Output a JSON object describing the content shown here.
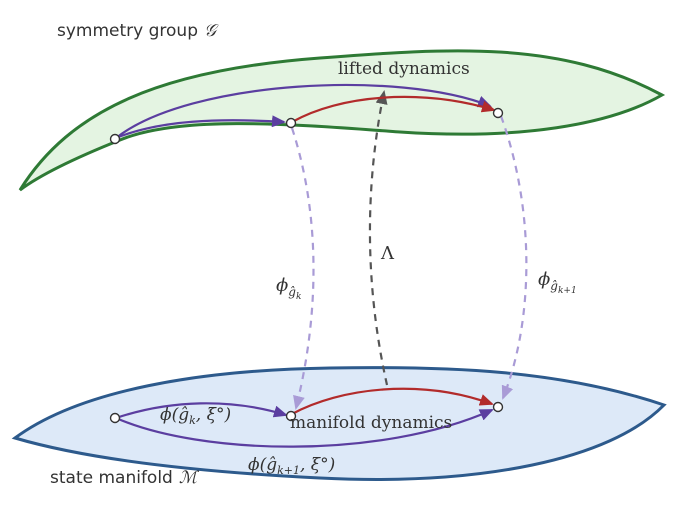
{
  "labels": {
    "group_title": "symmetry group",
    "group_symbol": "𝒢",
    "manifold_title": "state manifold",
    "manifold_symbol": "ℳ",
    "lifted_dynamics": "lifted dynamics",
    "manifold_dynamics": "manifold dynamics",
    "lambda": "Λ",
    "phi_gk": "ϕ",
    "phi_gk_sub": "ĝ",
    "phi_gk_subsub": "k",
    "phi_gk1": "ϕ",
    "phi_gk1_sub": "ĝ",
    "phi_gk1_subsub": "k+1",
    "phi_arg_k": "ϕ(ĝ",
    "phi_arg_k_sub": "k",
    "phi_arg_k_tail": ", ξ°)",
    "phi_arg_k1": "ϕ(ĝ",
    "phi_arg_k1_sub": "k+1",
    "phi_arg_k1_tail": ", ξ°)"
  },
  "colors": {
    "group_stroke": "#2e7a35",
    "group_fill": "#e4f4e2",
    "manifold_stroke": "#2d5a8c",
    "manifold_fill": "#dde9f8",
    "purple": "#5b3ea0",
    "red": "#b22b2b",
    "lavender": "#a99bd6",
    "gray": "#555555",
    "text": "#333333"
  }
}
